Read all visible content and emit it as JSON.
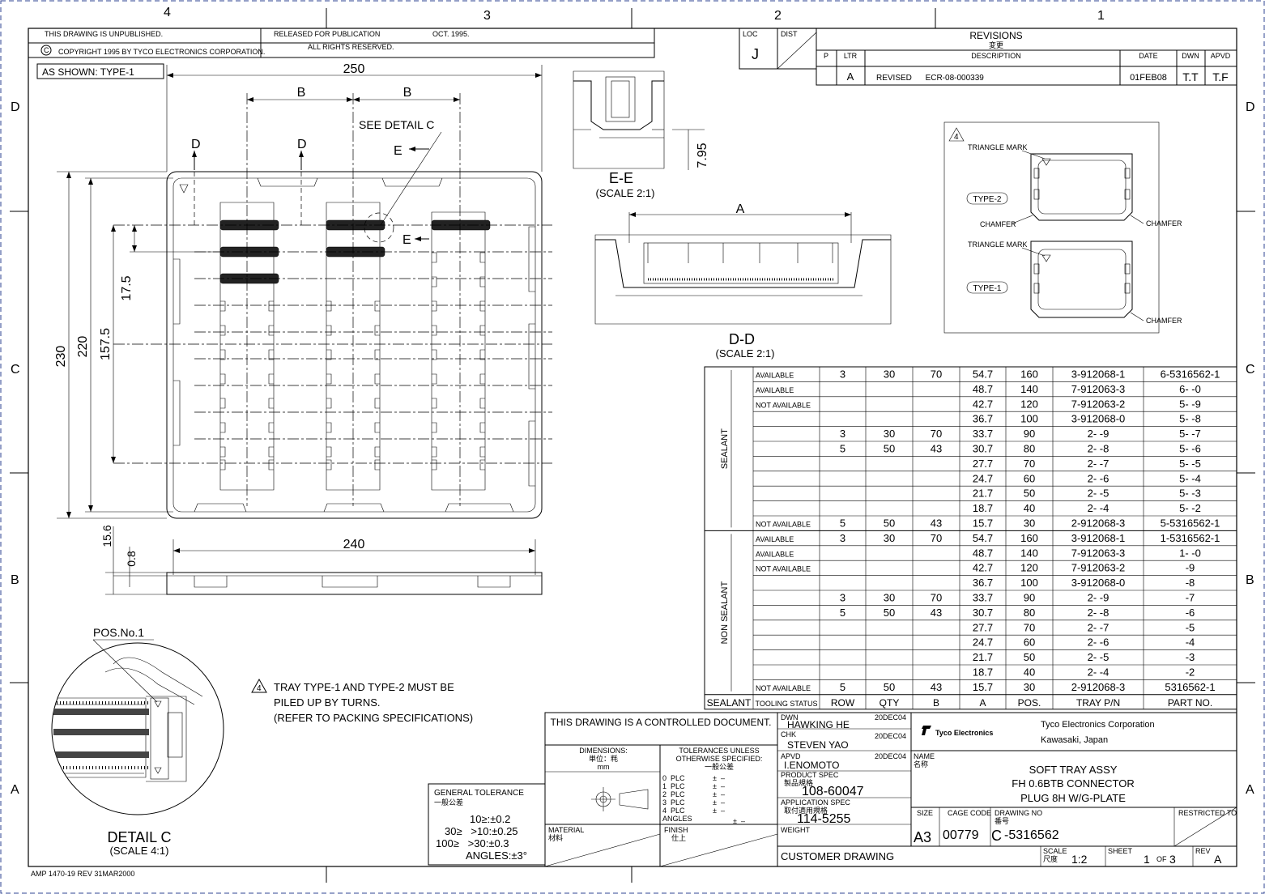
{
  "zones_top": [
    "4",
    "3",
    "2",
    "1"
  ],
  "zones_side": [
    "D",
    "C",
    "B",
    "A"
  ],
  "title_strip": {
    "unpublished": "THIS DRAWING IS UNPUBLISHED.",
    "released": "RELEASED FOR PUBLICATION",
    "release_date": "OCT. 1995.",
    "copyright": "COPYRIGHT    1995     BY TYCO ELECTRONICS CORPORATION.",
    "rights": "ALL RIGHTS RESERVED.",
    "copyright_mark": "C"
  },
  "loc": {
    "label": "LOC",
    "value": "J"
  },
  "dist": {
    "label": "DIST"
  },
  "revisions": {
    "title": "REVISIONS",
    "title_jp": "変更",
    "headers": [
      "P",
      "LTR",
      "DESCRIPTION",
      "DATE",
      "DWN",
      "APVD"
    ],
    "rows": [
      {
        "p": "",
        "ltr": "A",
        "desc": "REVISED      ECR-08-000339",
        "date": "01FEB08",
        "dwn": "T.T",
        "apvd": "T.F"
      }
    ]
  },
  "main_view": {
    "as_shown": "AS SHOWN: TYPE-1",
    "dim_250": "250",
    "dim_b1": "B",
    "dim_b2": "B",
    "see_detail": "SEE DETAIL C",
    "sec_d1": "D",
    "sec_d2": "D",
    "sec_e1": "E",
    "sec_e2": "E",
    "dim_230": "230",
    "dim_220": "220",
    "dim_1575": "157.5",
    "dim_175": "17.5",
    "dim_240": "240",
    "dim_156": "15.6",
    "dim_08": "0.8"
  },
  "section_ee": {
    "title": "E-E",
    "scale": "(SCALE 2:1)",
    "dim": "7.95"
  },
  "section_dd": {
    "title": "D-D",
    "scale": "(SCALE 2:1)",
    "dim_a": "A"
  },
  "detail_c": {
    "title": "DETAIL C",
    "scale": "(SCALE 4:1)",
    "pos": "POS.No.1"
  },
  "type_box": {
    "flag": "4",
    "triangle_mark": "TRIANGLE MARK",
    "chamfer": "CHAMFER",
    "type2": "TYPE-2",
    "type1": "TYPE-1"
  },
  "note4": {
    "flag": "4",
    "lines": [
      "TRAY TYPE-1 AND TYPE-2 MUST BE",
      "PILED UP BY TURNS.",
      "(REFER TO PACKING SPECIFICATIONS)"
    ]
  },
  "table": {
    "groups": [
      "SEALANT",
      "NON SEALANT"
    ],
    "headers": [
      "SEALANT",
      "TOOLING STATUS",
      "ROW",
      "QTY",
      "B",
      "A",
      "POS.",
      "TRAY P/N",
      "PART NO."
    ],
    "rows": [
      [
        "AVAILABLE",
        "3",
        "30",
        "70",
        "54.7",
        "160",
        "3-912068-1",
        "6-5316562-1"
      ],
      [
        "AVAILABLE",
        "",
        "",
        "",
        "48.7",
        "140",
        "7-912063-3",
        "6-           -0"
      ],
      [
        "NOT AVAILABLE",
        "",
        "",
        "",
        "42.7",
        "120",
        "7-912063-2",
        "5-           -9"
      ],
      [
        "",
        "",
        "",
        "",
        "36.7",
        "100",
        "3-912068-0",
        "5-           -8"
      ],
      [
        "",
        "3",
        "30",
        "70",
        "33.7",
        "90",
        "2-           -9",
        "5-           -7"
      ],
      [
        "",
        "5",
        "50",
        "43",
        "30.7",
        "80",
        "2-           -8",
        "5-           -6"
      ],
      [
        "",
        "",
        "",
        "",
        "27.7",
        "70",
        "2-           -7",
        "5-           -5"
      ],
      [
        "",
        "",
        "",
        "",
        "24.7",
        "60",
        "2-           -6",
        "5-           -4"
      ],
      [
        "",
        "",
        "",
        "",
        "21.7",
        "50",
        "2-           -5",
        "5-           -3"
      ],
      [
        "",
        "",
        "",
        "",
        "18.7",
        "40",
        "2-           -4",
        "5-           -2"
      ],
      [
        "NOT AVAILABLE",
        "5",
        "50",
        "43",
        "15.7",
        "30",
        "2-912068-3",
        "5-5316562-1"
      ],
      [
        "AVAILABLE",
        "3",
        "30",
        "70",
        "54.7",
        "160",
        "3-912068-1",
        "1-5316562-1"
      ],
      [
        "AVAILABLE",
        "",
        "",
        "",
        "48.7",
        "140",
        "7-912063-3",
        "1-           -0"
      ],
      [
        "NOT AVAILABLE",
        "",
        "",
        "",
        "42.7",
        "120",
        "7-912063-2",
        "-9"
      ],
      [
        "",
        "",
        "",
        "",
        "36.7",
        "100",
        "3-912068-0",
        "-8"
      ],
      [
        "",
        "3",
        "30",
        "70",
        "33.7",
        "90",
        "2-           -9",
        "-7"
      ],
      [
        "",
        "5",
        "50",
        "43",
        "30.7",
        "80",
        "2-           -8",
        "-6"
      ],
      [
        "",
        "",
        "",
        "",
        "27.7",
        "70",
        "2-           -7",
        "-5"
      ],
      [
        "",
        "",
        "",
        "",
        "24.7",
        "60",
        "2-           -6",
        "-4"
      ],
      [
        "",
        "",
        "",
        "",
        "21.7",
        "50",
        "2-           -5",
        "-3"
      ],
      [
        "",
        "",
        "",
        "",
        "18.7",
        "40",
        "2-           -4",
        "-2"
      ],
      [
        "NOT AVAILABLE",
        "5",
        "50",
        "43",
        "15.7",
        "30",
        "2-912068-3",
        "5316562-1"
      ]
    ]
  },
  "general_tolerance": {
    "title": "GENERAL TOLERANCE",
    "title_jp": "一般公差",
    "lines": [
      "10≥:±0.2",
      "30≥   >10:±0.25",
      "100≥   >30:±0.3",
      "ANGLES:±3°"
    ]
  },
  "title_block": {
    "controlled": "THIS DRAWING IS A CONTROLLED DOCUMENT.",
    "dimensions": "DIMENSIONS:",
    "dimensions_jp": "単位：粍",
    "dimensions_unit": "mm",
    "tolerances": "TOLERANCES UNLESS",
    "tolerances2": "OTHERWISE SPECIFIED:",
    "tolerances_jp": "一般公差",
    "plc": [
      "0  PLC",
      "1  PLC",
      "2  PLC",
      "3  PLC",
      "4  PLC",
      "ANGLES"
    ],
    "pm": "±  –",
    "material": "MATERIAL",
    "material_jp": "材料",
    "finish": "FINISH",
    "finish_jp": "仕上",
    "dwn_label": "DWN",
    "dwn": "HAWKING HE",
    "dwn_date": "20DEC04",
    "chk_label": "CHK",
    "chk": "STEVEN YAO",
    "chk_date": "20DEC04",
    "apvd_label": "APVD",
    "apvd": "I.ENOMOTO",
    "apvd_date": "20DEC04",
    "product_spec_label": "PRODUCT SPEC",
    "product_spec_jp": "製品規格",
    "product_spec": "108-60047",
    "app_spec_label": "APPLICATION SPEC",
    "app_spec_jp": "取付適用規格",
    "app_spec": "114-5255",
    "weight_label": "WEIGHT",
    "customer_drawing": "CUSTOMER DRAWING",
    "company_logo": "Tyco Electronics",
    "company": "Tyco Electronics Corporation",
    "city": "Kawasaki, Japan",
    "name_label": "NAME",
    "name_jp": "名称",
    "name_lines": [
      "SOFT TRAY ASSY",
      "FH 0.6BTB CONNECTOR",
      "PLUG 8H W/G-PLATE"
    ],
    "size_label": "SIZE",
    "size": "A3",
    "cage_label": "CAGE CODE",
    "cage": "00779",
    "drawing_no_label": "DRAWING NO",
    "drawing_no_jp": "番号",
    "drawing_prefix": "C",
    "drawing_no": "-5316562",
    "restricted": "RESTRICTED TO",
    "scale_label": "SCALE",
    "scale_jp": "尺度",
    "scale": "1:2",
    "sheet_label": "SHEET",
    "sheet": "1",
    "sheet_of": "OF",
    "sheet_total": "3",
    "rev_label": "REV",
    "rev": "A"
  },
  "footer": "AMP 1470-19  REV 31MAR2000"
}
